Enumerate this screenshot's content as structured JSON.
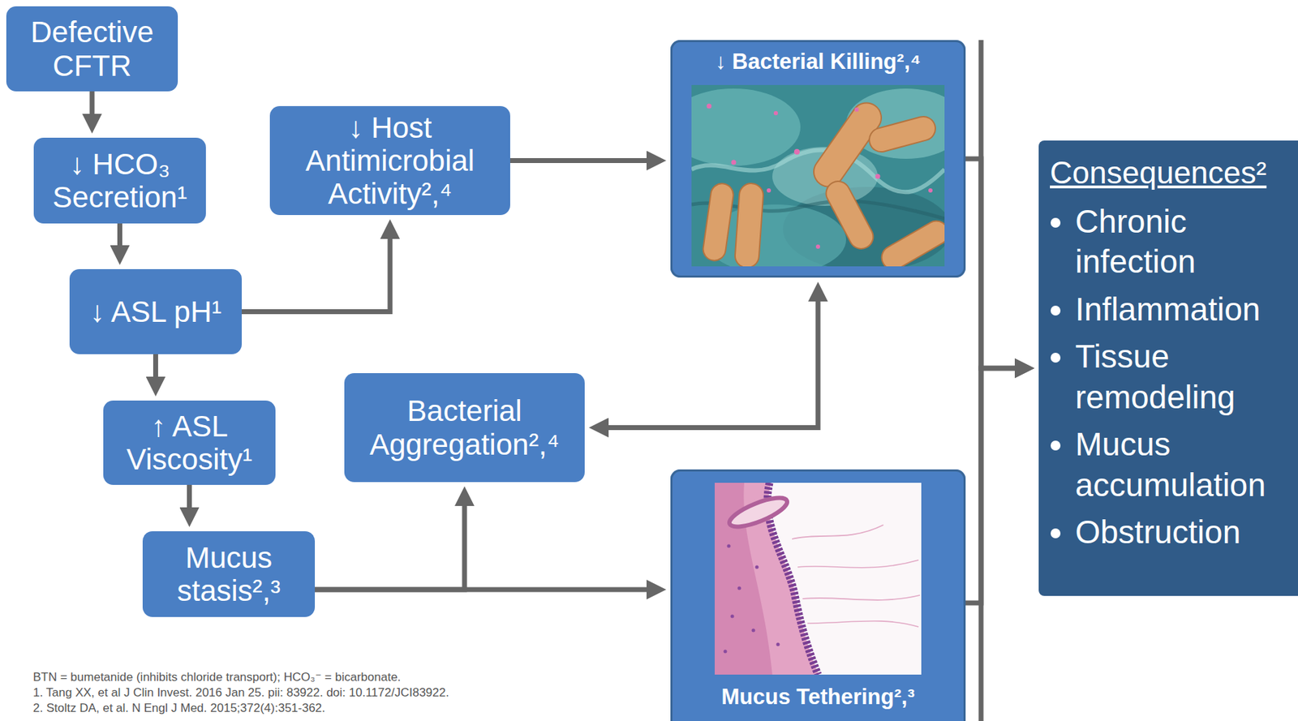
{
  "diagram": {
    "nodes": [
      {
        "text": [
          "Defective CFTR"
        ]
      },
      {
        "text": [
          "↓ HCO₃ Secretion¹"
        ]
      },
      {
        "text": [
          "↓ ASL pH¹"
        ]
      },
      {
        "text": [
          "↑ ASL Viscosity¹"
        ]
      },
      {
        "text": [
          "Mucus stasis²,³"
        ]
      },
      {
        "text": [
          "↓ Host Antimicrobial Activity²,⁴"
        ]
      },
      {
        "text": [
          "Bacterial Aggregation²,⁴"
        ]
      },
      {
        "text": [
          "↓ Bacterial Killing²,⁴"
        ]
      },
      {
        "text": [
          "Mucus Tethering²,³"
        ]
      },
      {
        "text": [
          "Consequences²",
          "Chronic infection",
          "Inflammation",
          "Tissue remodeling",
          "Mucus accumulation",
          "Obstruction"
        ]
      }
    ],
    "edges": [
      {
        "from": 0,
        "to": 1,
        "arrow": "to"
      },
      {
        "from": 1,
        "to": 2,
        "arrow": "to"
      },
      {
        "from": 2,
        "to": 3,
        "arrow": "to"
      },
      {
        "from": 3,
        "to": 4,
        "arrow": "to"
      },
      {
        "from": 2,
        "to": 5,
        "arrow": "to"
      },
      {
        "from": 5,
        "to": 7,
        "arrow": "to"
      },
      {
        "from": 4,
        "to": 6,
        "arrow": "to"
      },
      {
        "from": 4,
        "to": 8,
        "arrow": "to"
      },
      {
        "from": 6,
        "to": 7,
        "arrow": "both"
      },
      {
        "from": 7,
        "to": 9,
        "arrow": "to"
      },
      {
        "from": 8,
        "to": 9,
        "arrow": "to"
      }
    ],
    "labels": [
      "BTN = bumetanide (inhibits chloride transport); HCO₃⁻ = bicarbonate.",
      "1. Tang XX, et al J Clin Invest. 2016 Jan 25. pii: 83922. doi: 10.1172/JCI83922.",
      "2. Stoltz DA, et al. N Engl J Med. 2015;372(4):351-362."
    ]
  }
}
